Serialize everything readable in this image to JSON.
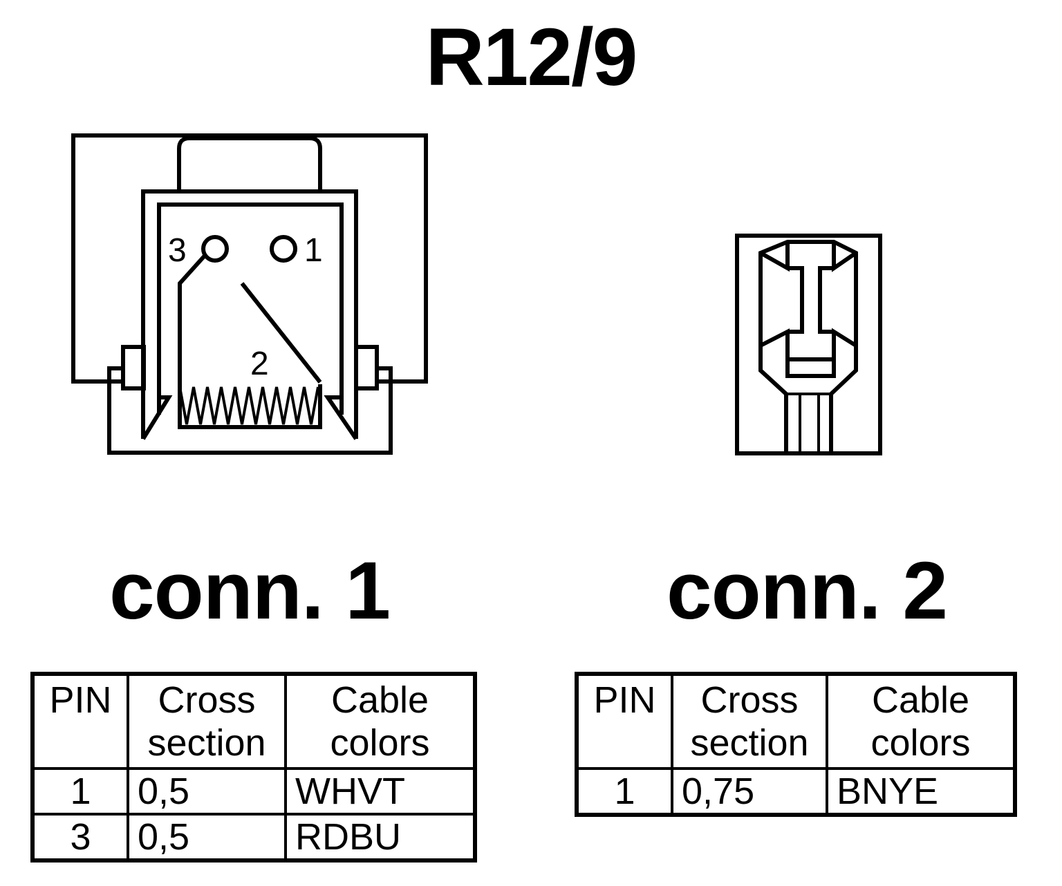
{
  "title": "R12/9",
  "connectors": [
    {
      "label": "conn. 1",
      "pin_labels": [
        "3",
        "1",
        "2"
      ],
      "table": {
        "headers": [
          "PIN",
          "Cross section",
          "Cable colors"
        ],
        "rows": [
          {
            "pin": "1",
            "cross_section": "0,5",
            "color": "WHVT"
          },
          {
            "pin": "3",
            "cross_section": "0,5",
            "color": "RDBU"
          }
        ]
      }
    },
    {
      "label": "conn. 2",
      "table": {
        "headers": [
          "PIN",
          "Cross section",
          "Cable colors"
        ],
        "rows": [
          {
            "pin": "1",
            "cross_section": "0,75",
            "color": "BNYE"
          }
        ]
      }
    }
  ]
}
